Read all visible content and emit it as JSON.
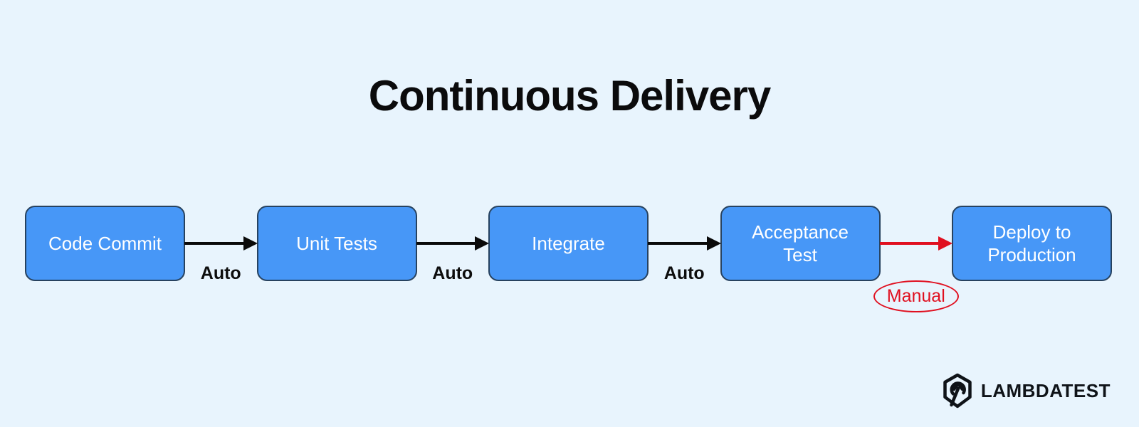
{
  "title": "Continuous Delivery",
  "flow": {
    "nodes": [
      {
        "id": "code-commit",
        "label": "Code Commit"
      },
      {
        "id": "unit-tests",
        "label": "Unit Tests"
      },
      {
        "id": "integrate",
        "label": "Integrate"
      },
      {
        "id": "acceptance-test",
        "label": "Acceptance Test"
      },
      {
        "id": "deploy-to-production",
        "label": "Deploy to Production"
      }
    ],
    "connectors": [
      {
        "from": "Code Commit",
        "to": "Unit Tests",
        "label": "Auto",
        "style": "black-arrow"
      },
      {
        "from": "Unit Tests",
        "to": "Integrate",
        "label": "Auto",
        "style": "black-arrow"
      },
      {
        "from": "Integrate",
        "to": "Acceptance Test",
        "label": "Auto",
        "style": "black-arrow"
      },
      {
        "from": "Acceptance Test",
        "to": "Deploy to Production",
        "label": "Manual",
        "style": "red-arrow-with-ellipse-label"
      }
    ]
  },
  "branding": {
    "logo_text": "LAMBDATEST"
  },
  "colors": {
    "background": "#e8f4fd",
    "node_fill": "#4797f7",
    "node_border": "#27425f",
    "node_text": "#ffffff",
    "arrow_auto": "#0a0a0a",
    "arrow_manual": "#e01020",
    "title_text": "#0b0b0c",
    "logo_text": "#0f1318"
  }
}
